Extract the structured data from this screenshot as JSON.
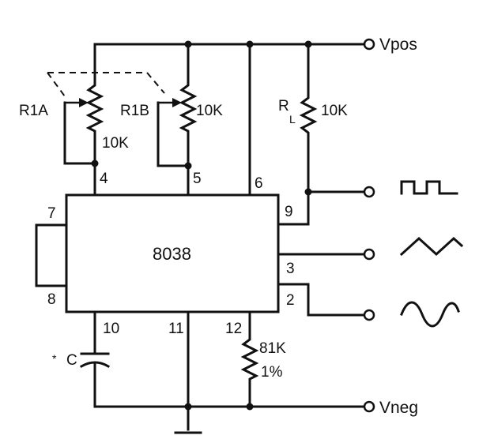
{
  "diagram": {
    "supply_positive": "Vpos",
    "supply_negative": "Vneg",
    "chip": "8038",
    "resistors": {
      "r1a_name": "R1A",
      "r1a_value": "10K",
      "r1b_name": "R1B",
      "r1b_value": "10K",
      "rl_name": "R",
      "rl_subscript": "L",
      "rl_value": "10K",
      "r12_value": "81K",
      "r12_tolerance": "1%"
    },
    "capacitor": {
      "marker": "*",
      "name": "C"
    },
    "pins": {
      "p4": "4",
      "p5": "5",
      "p6": "6",
      "p7": "7",
      "p8": "8",
      "p9": "9",
      "p3": "3",
      "p2": "2",
      "p10": "10",
      "p11": "11",
      "p12": "12"
    },
    "outputs": [
      "square-wave-icon",
      "triangle-wave-icon",
      "sine-wave-icon"
    ]
  }
}
